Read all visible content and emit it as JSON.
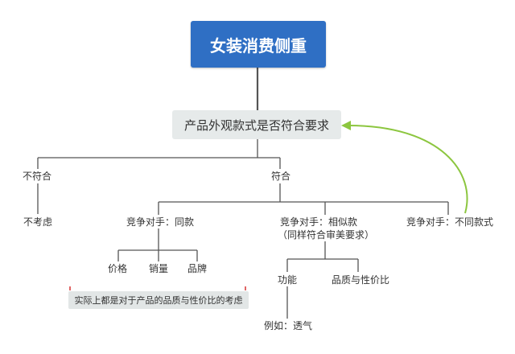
{
  "root": {
    "label": "女装消费侧重"
  },
  "main_question": {
    "label": "产品外观款式是否符合要求"
  },
  "branches": {
    "no": {
      "label": "不符合",
      "result": "不考虑"
    },
    "yes": {
      "label": "符合",
      "same": {
        "label": "竞争对手：同款",
        "factors": [
          "价格",
          "销量",
          "品牌"
        ],
        "note": "实际上都是对于产品的品质与性价比的考虑"
      },
      "similar": {
        "label_line1": "竞争对手：相似款",
        "label_line2": "（同样符合审美要求）",
        "factors": [
          "功能",
          "品质与性价比"
        ],
        "example": "例如：透气"
      },
      "different": {
        "label": "竞争对手：不同款式"
      }
    }
  },
  "colors": {
    "root_fill": "#2f6fc4",
    "box_fill": "#e6eaea",
    "line": "#555555",
    "loop_arrow": "#8cc63f"
  }
}
